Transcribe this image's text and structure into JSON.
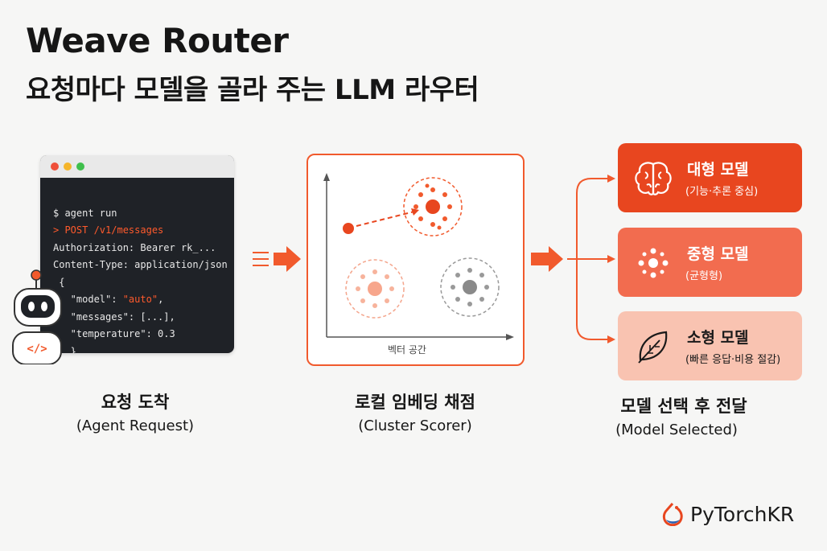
{
  "header": {
    "title": "Weave Router",
    "subtitle": "요청마다 모델을 골라 주는 LLM 라우터"
  },
  "terminal": {
    "lines": [
      {
        "text": "$ agent run",
        "color": "white"
      },
      {
        "text": "> POST /v1/messages",
        "color": "orange"
      },
      {
        "text": "Authorization: Bearer rk_...",
        "color": "white"
      },
      {
        "text": "Content-Type: application/json",
        "color": "white"
      },
      {
        "text": " {",
        "color": "white"
      },
      {
        "text": "   \"model\": ",
        "value": "\"auto\"",
        "suffix": ",",
        "color": "white"
      },
      {
        "text": "   \"messages\": [...],",
        "color": "white"
      },
      {
        "text": "   \"temperature\": 0.3",
        "color": "white"
      },
      {
        "text": "   }",
        "color": "white"
      }
    ]
  },
  "steps": [
    {
      "label": "요청 도착",
      "sub": "(Agent Request)"
    },
    {
      "label": "로컬 임베딩 채점",
      "sub": "(Cluster Scorer)"
    },
    {
      "label": "모델 선택 후 전달",
      "sub": "(Model Selected)"
    }
  ],
  "scorer": {
    "axis_label": "벡터 공간"
  },
  "models": [
    {
      "name": "대형 모델",
      "desc": "(기능·추론 중심)",
      "icon": "brain-icon",
      "bg": "#e8461f",
      "fg": "#ffffff"
    },
    {
      "name": "중형 모델",
      "desc": "(균형형)",
      "icon": "dots-cluster-icon",
      "bg": "#f26c4f",
      "fg": "#ffffff"
    },
    {
      "name": "소형 모델",
      "desc": "(빠른 응답·비용 절감)",
      "icon": "leaf-icon",
      "bg": "#f9c3b1",
      "fg": "#1a1a1a"
    }
  ],
  "brand": {
    "name": "PyTorchKR"
  },
  "colors": {
    "accent": "#f15a2d",
    "terminal_bg": "#1f2227",
    "gray_cluster": "#8a8a8a"
  }
}
